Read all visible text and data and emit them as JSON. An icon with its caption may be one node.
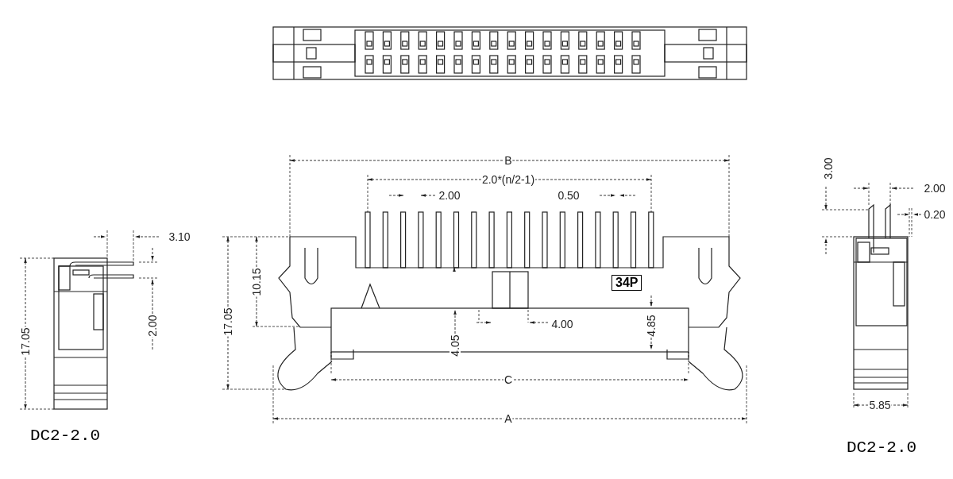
{
  "diagram": {
    "nodes": [
      {
        "text": [
          "34P"
        ]
      }
    ],
    "labels": [
      "B",
      "3.00",
      "2.0*(n/2-1)",
      "2.00",
      "0.50",
      "2.00",
      "0.20",
      "3.10",
      "10.15",
      "17.05",
      "17.05",
      "2.00",
      "4.00",
      "4.05",
      "4.85",
      "C",
      "5.85",
      "A",
      "DC2-2.0",
      "DC2-2.0"
    ]
  }
}
